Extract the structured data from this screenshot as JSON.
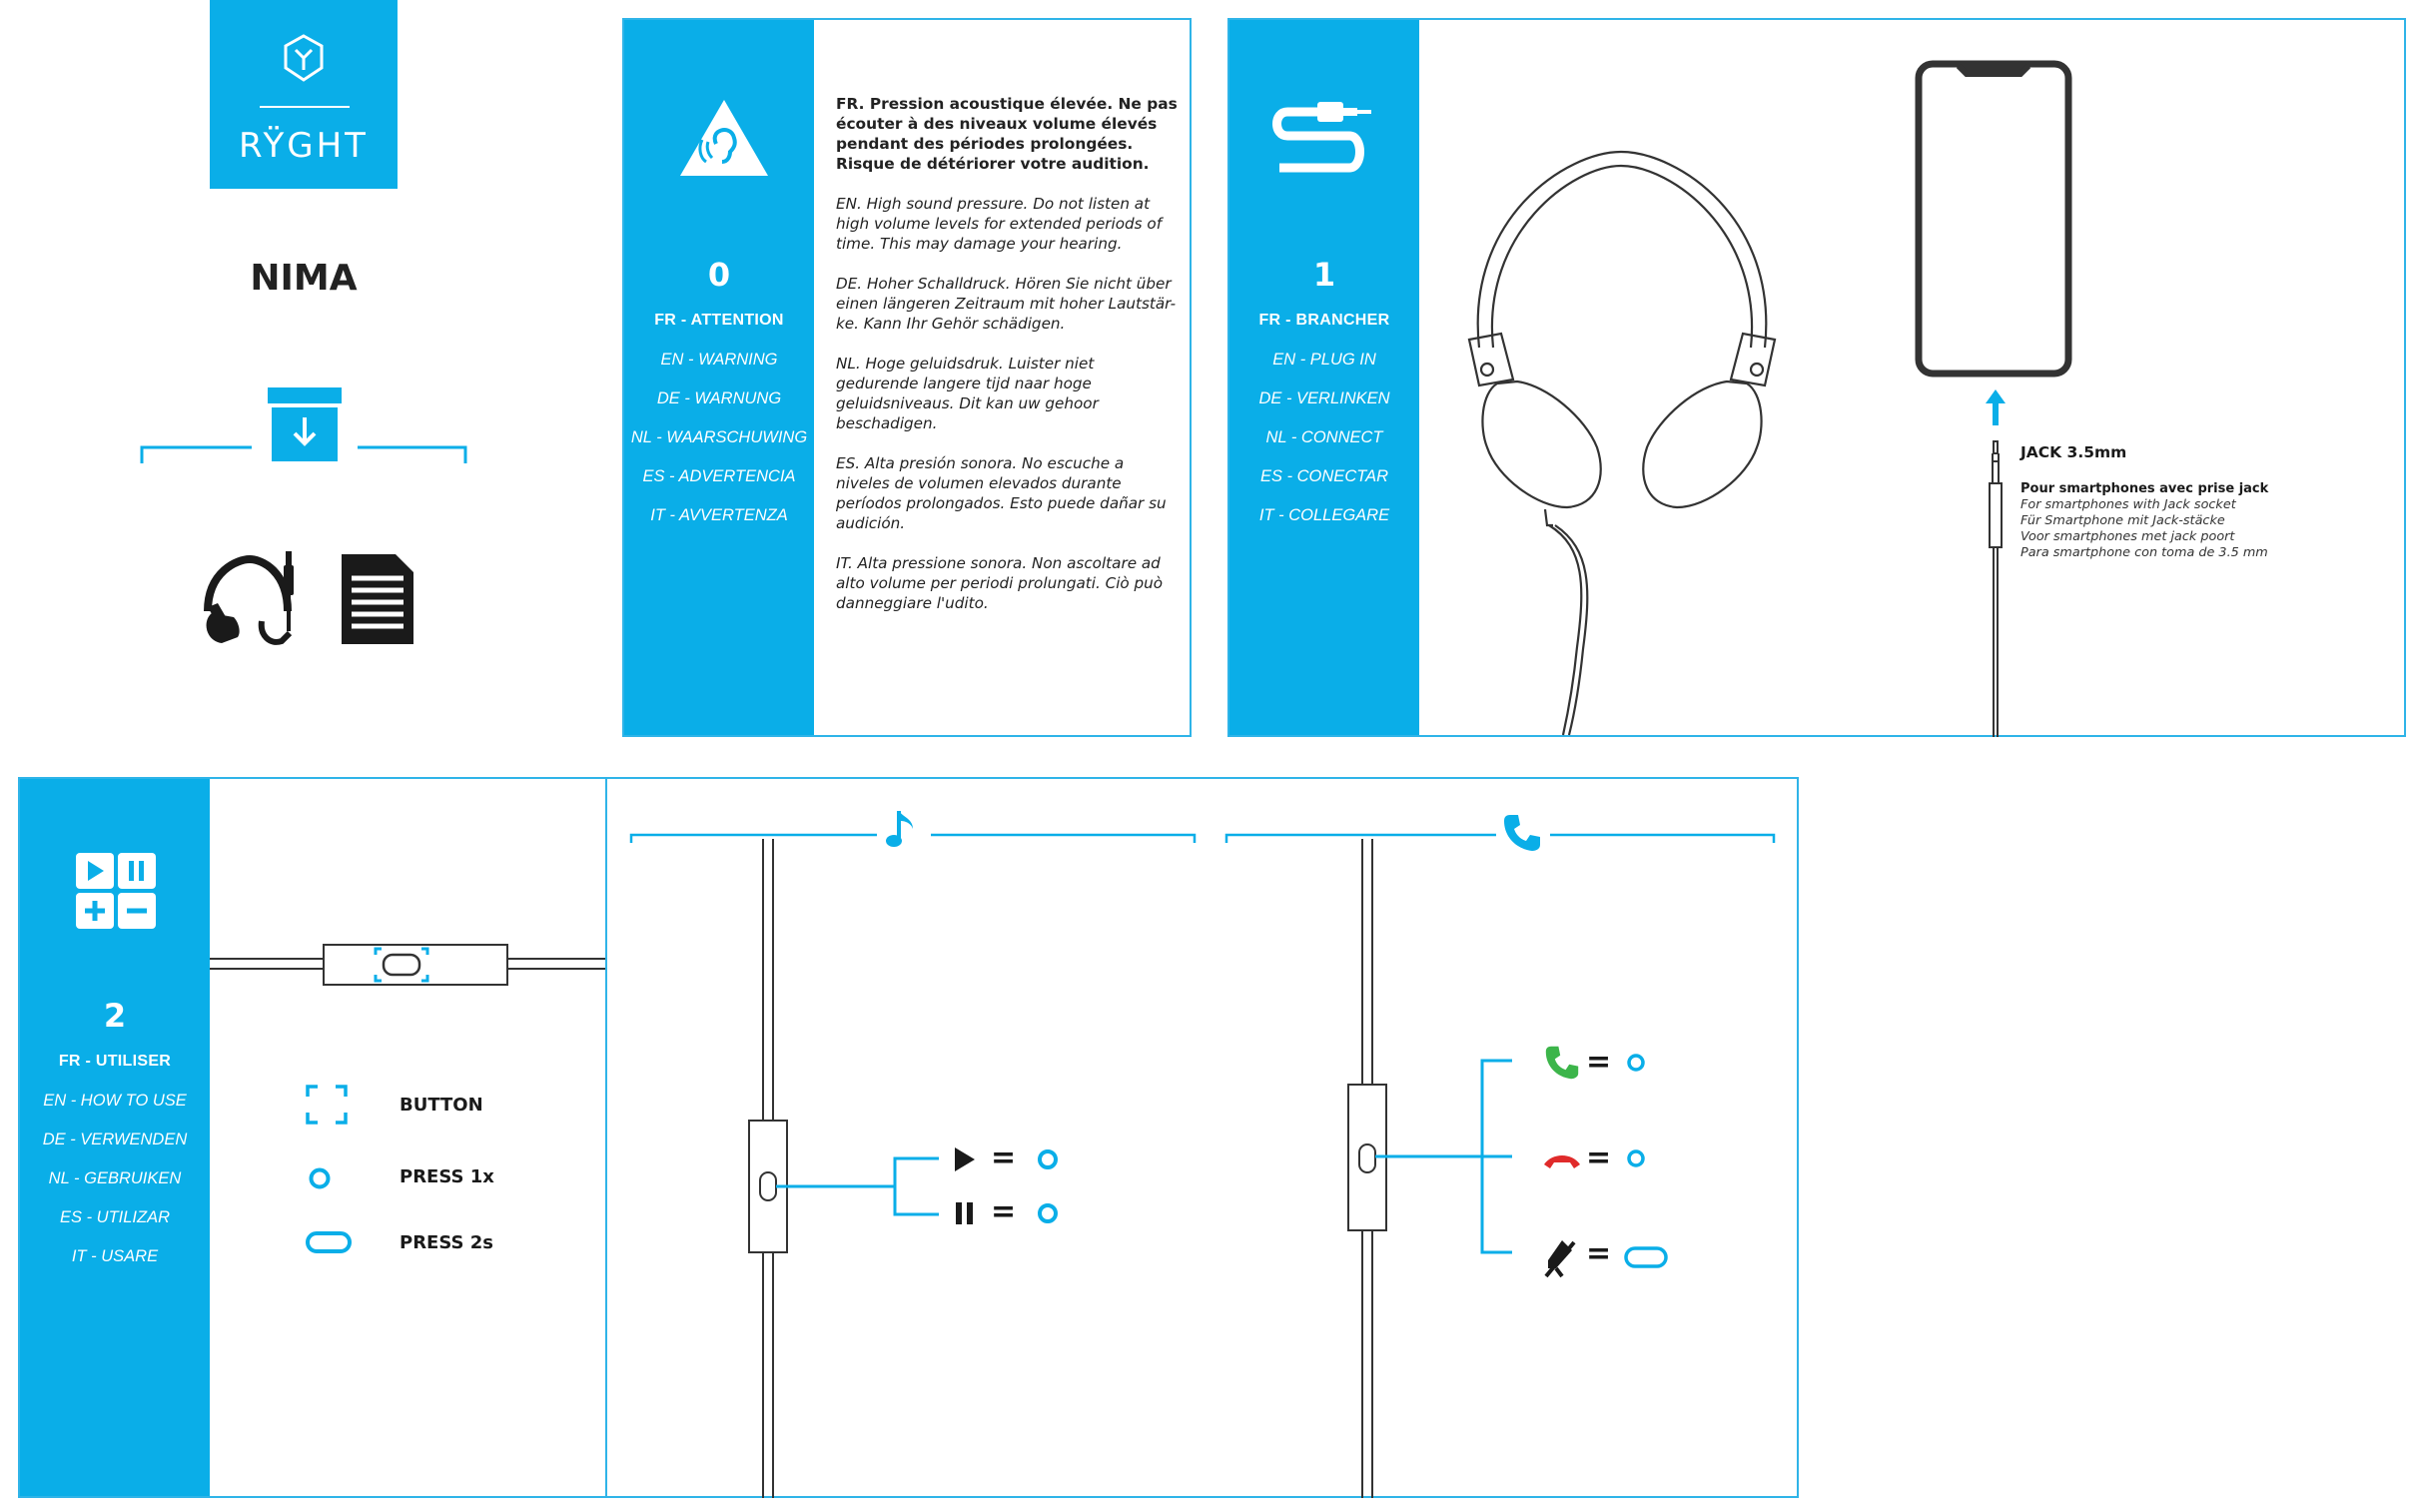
{
  "brand": {
    "logo_text": "RŸGHT",
    "product_name": "NIMA"
  },
  "panel0": {
    "number": "0",
    "lang_main": "FR - ATTENTION",
    "langs": [
      "EN - WARNING",
      "DE - WARNUNG",
      "NL - WAARSCHUWING",
      "ES - ADVERTENCIA",
      "IT - AVVERTENZA"
    ],
    "paragraphs": [
      "FR. Pression acoustique élevée. Ne pas écouter à des niveaux volume élevés pendant des périodes prolongées. Risque de détériorer votre audition.",
      "EN. High sound pressure. Do not listen at high volume levels for extended periods of time. This may damage your hearing.",
      "DE. Hoher Schalldruck. Hören Sie nicht über einen längeren Zeitraum mit hoher Lautstär- ke. Kann Ihr Gehör schädigen.",
      "NL. Hoge geluidsdruk. Luister niet gedurende langere tijd naar hoge geluidsniveaus. Dit kan uw gehoor beschadigen.",
      "ES. Alta presión sonora. No escuche a niveles de volumen elevados durante períodos prolongados. Esto puede dañar su audición.",
      "IT. Alta pressione sonora. Non ascoltare ad alto volume per periodi prolungati. Ciò può danneggiare l'udito."
    ]
  },
  "panel1": {
    "number": "1",
    "lang_main": "FR - BRANCHER",
    "langs": [
      "EN - PLUG IN",
      "DE - VERLINKEN",
      "NL - CONNECT",
      "ES - CONECTAR",
      "IT - COLLEGARE"
    ],
    "jack_title": "JACK 3.5mm",
    "jack_lines": [
      "Pour smartphones avec prise jack",
      "For smartphones with Jack socket",
      "Für Smartphone mit Jack-stäcke",
      "Voor smartphones met jack poort",
      "Para smartphone con toma de 3.5 mm"
    ]
  },
  "panel2": {
    "number": "2",
    "lang_main": "FR - UTILISER",
    "langs": [
      "EN - HOW TO USE",
      "DE - VERWENDEN",
      "NL - GEBRUIKEN",
      "ES - UTILIZAR",
      "IT - USARE"
    ],
    "legend": {
      "button": "BUTTON",
      "press_1x": "PRESS 1x",
      "press_2s": "PRESS 2s"
    },
    "music_equals": [
      "=",
      "="
    ],
    "call_equals": [
      "=",
      "=",
      "="
    ]
  },
  "icons": {
    "music": "music-note-icon",
    "phone": "phone-icon",
    "accent": "#0aaee8",
    "call_answer_color": "#3cb54a",
    "call_hangup_color": "#e02b2b"
  }
}
